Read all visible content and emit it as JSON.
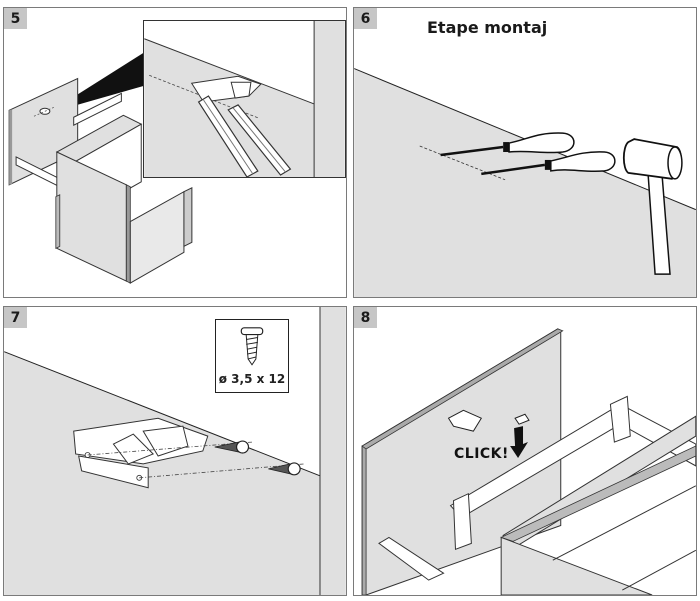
{
  "document": {
    "type": "assembly-instructions",
    "heading": "Etape montaj"
  },
  "steps": [
    {
      "number": "5",
      "description": "Drawer front with inset detail: pencil marking bracket position on front panel"
    },
    {
      "number": "6",
      "description": "Two screwdrivers and a rubber mallet beside marked line on panel"
    },
    {
      "number": "7",
      "description": "Bracket fastened with two screws",
      "screw_spec": "ø 3,5 x 12"
    },
    {
      "number": "8",
      "description": "Front panel clicked onto drawer",
      "callout": "CLICK!"
    }
  ],
  "colors": {
    "panel_gray": "#e0e0e0",
    "badge_gray": "#c6c6c6",
    "line": "#222222",
    "frame": "#7a7a7a"
  }
}
